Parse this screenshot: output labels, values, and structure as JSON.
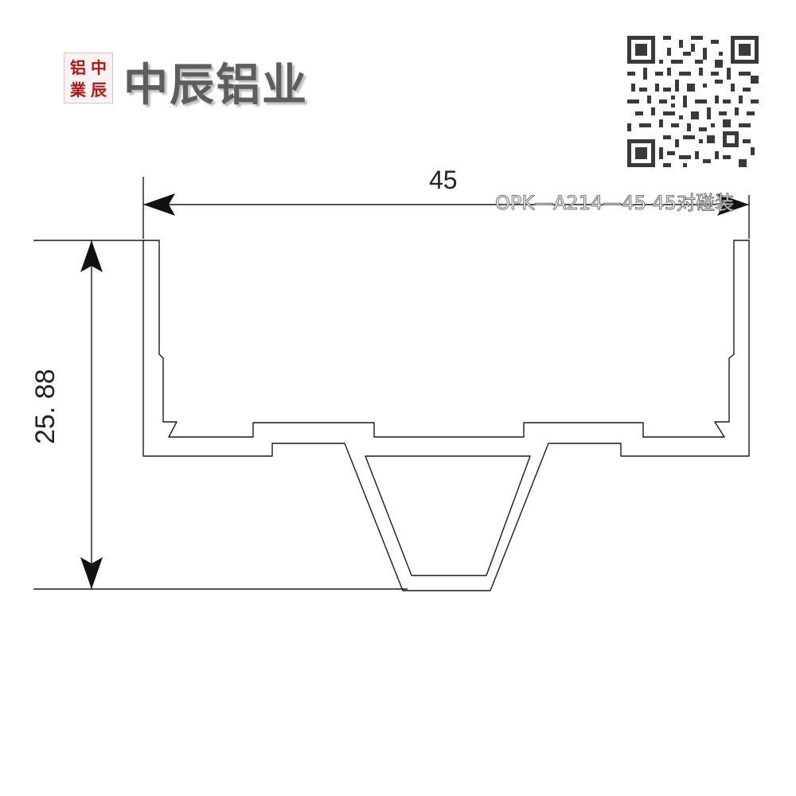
{
  "logo": {
    "seal_chars": [
      "铝",
      "中",
      "業",
      "辰"
    ],
    "company_name": "中辰铝业"
  },
  "product_code": "OPK—A214—45   45对碰装",
  "dimensions": {
    "width": "45",
    "height": "25. 88"
  },
  "colors": {
    "line": "#1a1a1a",
    "seal_red": "#b21515",
    "logo_gray": "#5e5e5e"
  },
  "icons": [
    "qr-code-icon",
    "arrow-left-icon",
    "arrow-right-icon",
    "arrow-up-icon",
    "arrow-down-icon"
  ]
}
